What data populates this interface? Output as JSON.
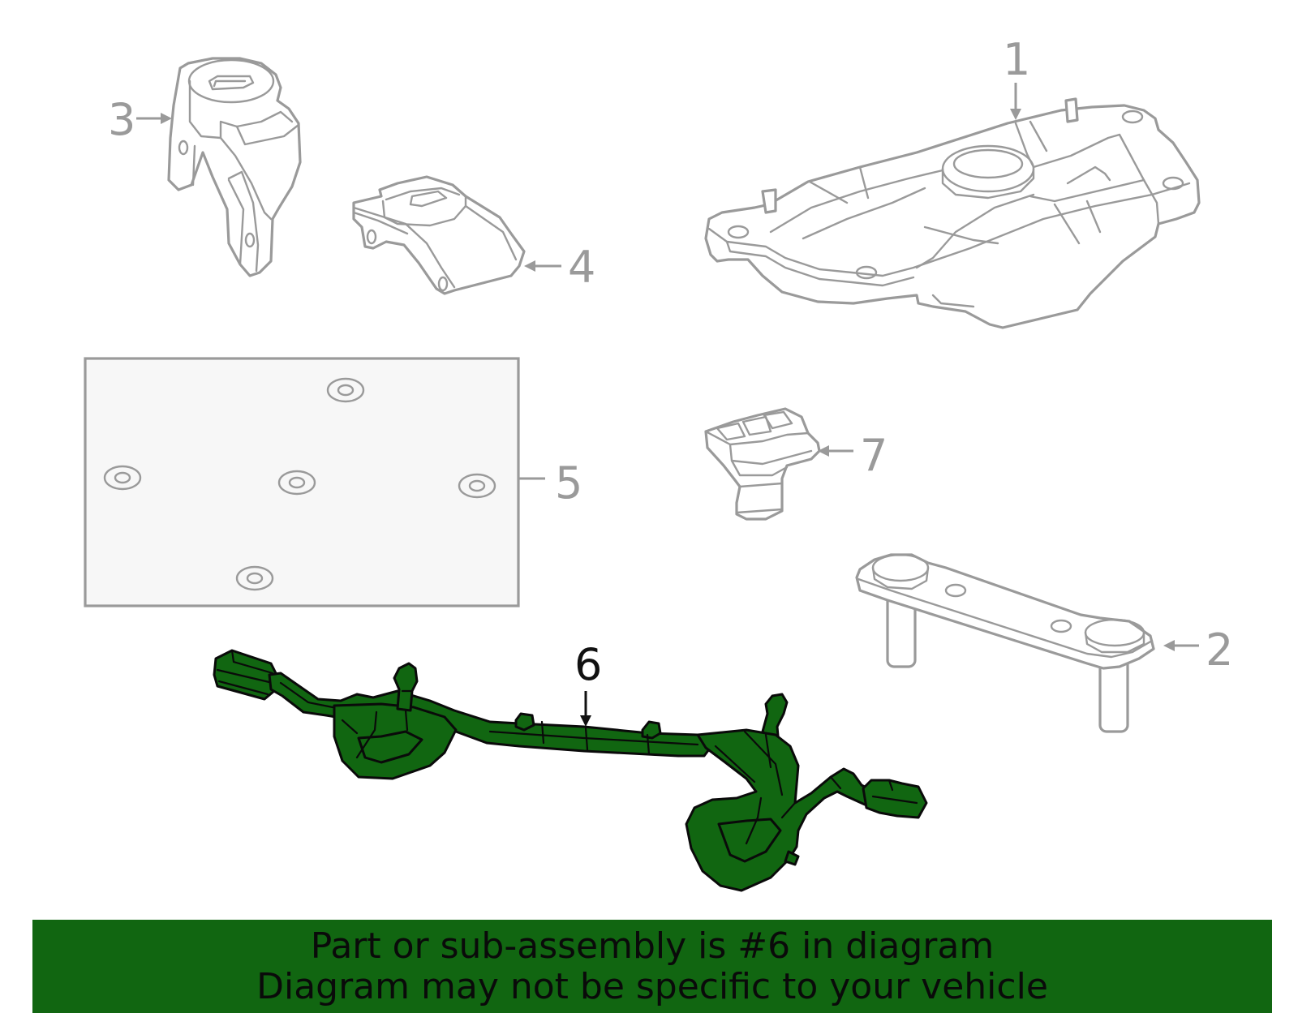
{
  "callouts": {
    "part1": "1",
    "part2": "2",
    "part3": "3",
    "part4": "4",
    "part5": "5",
    "part6": "6",
    "part7": "7"
  },
  "highlighted_part": "6",
  "colors": {
    "highlight": "#116611",
    "outline": "#9a9a9a",
    "banner": "#116611",
    "pad_fill": "#f7f7f7"
  },
  "banner": {
    "line1": "Part or sub-assembly is #6 in diagram",
    "line2": "Diagram may not be specific to your vehicle"
  }
}
